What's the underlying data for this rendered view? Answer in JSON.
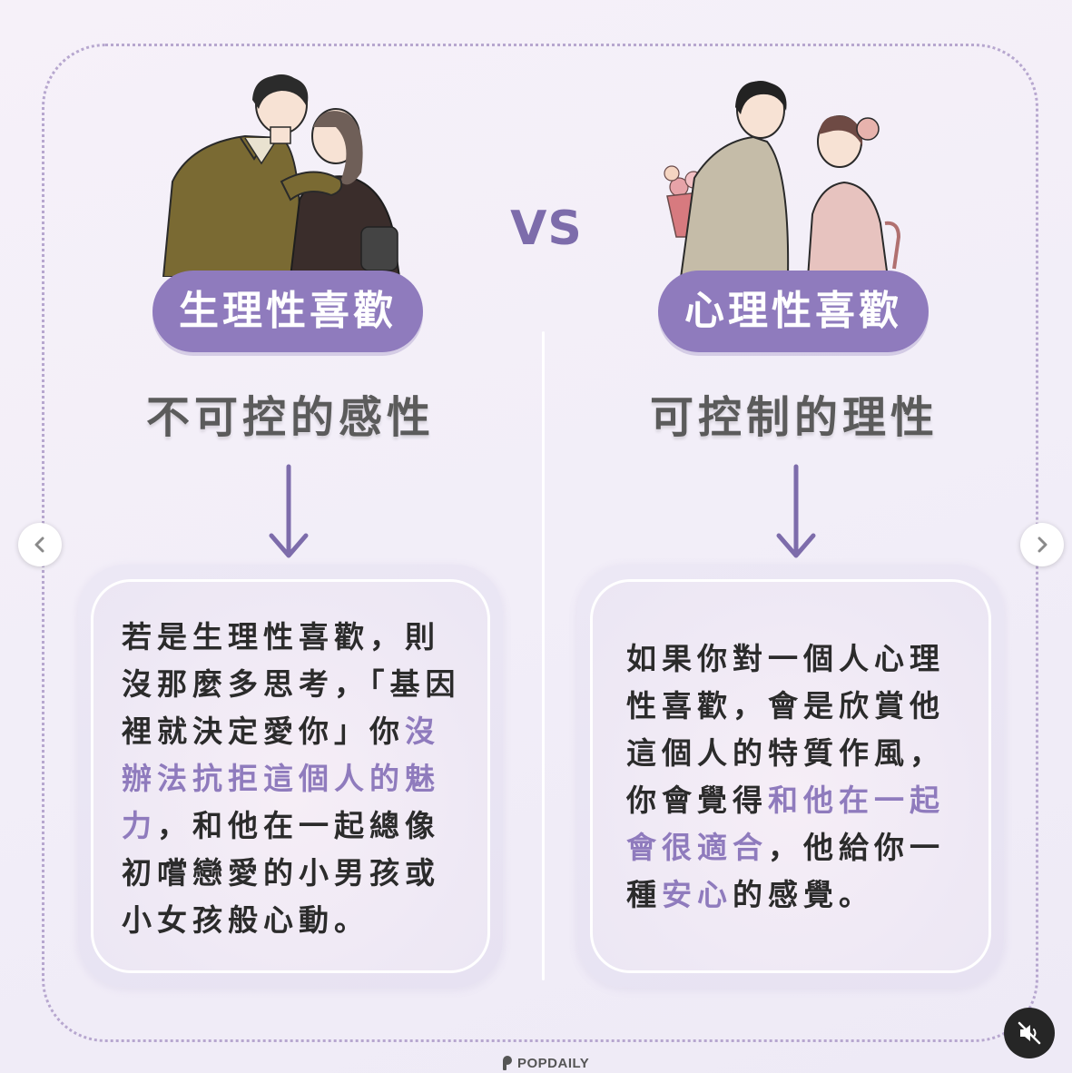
{
  "vs_label": "VS",
  "left": {
    "title": "生理性喜歡",
    "subtitle": "不可控的感性",
    "body": [
      {
        "text": "若是生理性喜歡，則沒那麼多思考，「基因裡就決定愛你」你",
        "highlight": false
      },
      {
        "text": "沒辦法抗拒這個人的魅力",
        "highlight": true
      },
      {
        "text": "，和他在一起總像初嚐戀愛的小男孩或小女孩般心動。",
        "highlight": false
      }
    ]
  },
  "right": {
    "title": "心理性喜歡",
    "subtitle": "可控制的理性",
    "body": [
      {
        "text": "如果你對一個人心理性喜歡，會是欣賞他這個人的特質作風，你會覺得",
        "highlight": false
      },
      {
        "text": "和他在一起會很適合",
        "highlight": true
      },
      {
        "text": "，他給你一種",
        "highlight": false
      },
      {
        "text": "安心",
        "highlight": true
      },
      {
        "text": "的感覺。",
        "highlight": false
      }
    ]
  },
  "brand": "POPDAILY",
  "icons": {
    "prev": "chevron-left-icon",
    "next": "chevron-right-icon",
    "mute": "speaker-muted-icon"
  },
  "colors": {
    "accent": "#8f7bbd",
    "text": "#2b2b2b",
    "subtitle": "#5b5b5b"
  }
}
